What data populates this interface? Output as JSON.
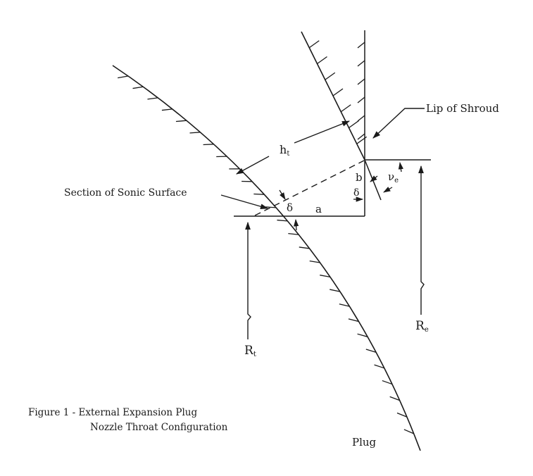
{
  "labels": {
    "lip_of_shroud": "Lip of Shroud",
    "section_sonic_surface": "Section of Sonic Surface",
    "h_t": "h",
    "h_t_sub": "t",
    "a": "a",
    "b": "b",
    "delta_1": "δ",
    "delta_2": "δ",
    "nu_e": "ν",
    "nu_e_sub": "e",
    "R_t": "R",
    "R_t_sub": "t",
    "R_e": "R",
    "R_e_sub": "e",
    "plug": "Plug"
  },
  "caption": {
    "line1": "Figure 1 - External Expansion Plug",
    "line2": "Nozzle Throat Configuration"
  },
  "colors": {
    "ink": "#1a1a1a",
    "background": "#ffffff"
  }
}
